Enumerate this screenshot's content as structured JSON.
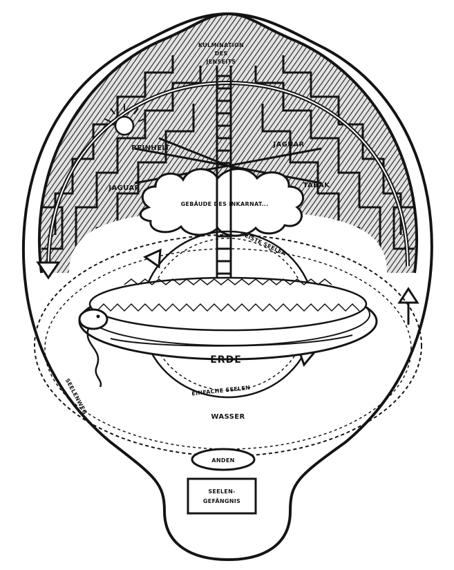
{
  "labels": {
    "top": [
      "KULMINATION",
      "DES",
      "JENSEITS"
    ],
    "left_upper": "REINHEIT",
    "right_upper": "JAGUAR",
    "left_lower": "JAGUAR",
    "right_lower": "TABAK",
    "cloud": "GEBÄUDE DES INKARNAT...",
    "arrow_upper": "GEISTE SEELEN",
    "earth": "ERDE",
    "arrow_lower": "EINFACHE SEELEN",
    "water": "WASSER",
    "side_path": "SEELENWEG",
    "oval_bottom": "ANDEN",
    "box_bottom": [
      "SEELEN-",
      "GEFÄNGNIS"
    ]
  },
  "colors": {
    "ink": "#141414",
    "paper": "#ffffff",
    "shade": "#cfcfcf"
  }
}
